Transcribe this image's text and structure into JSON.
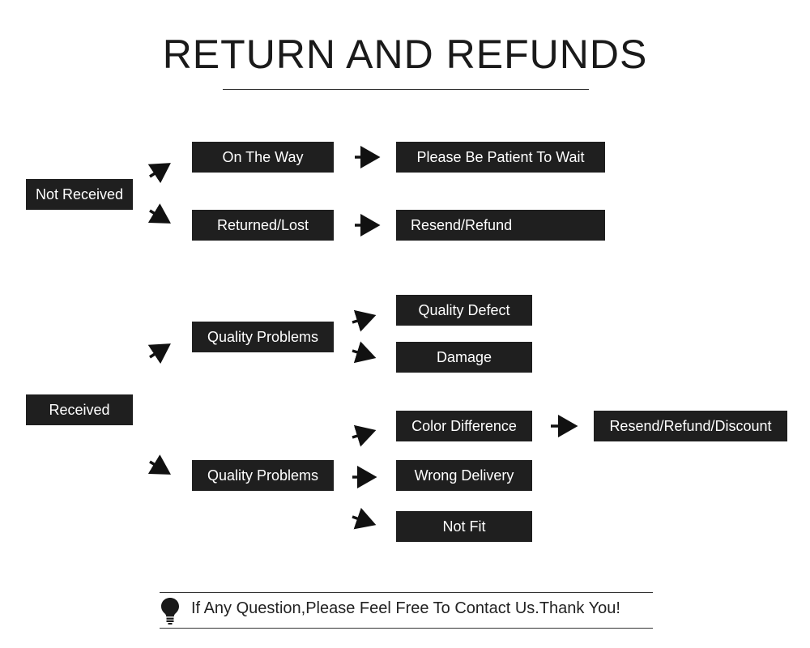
{
  "title": "RETURN AND REFUNDS",
  "boxes": {
    "not_received": "Not Received",
    "on_the_way": "On The Way",
    "please_wait": "Please Be Patient To Wait",
    "returned_lost": "Returned/Lost",
    "resend_refund": "Resend/Refund",
    "received": "Received",
    "quality_problems_1": "Quality Problems",
    "quality_defect": "Quality Defect",
    "damage": "Damage",
    "quality_problems_2": "Quality Problems",
    "color_difference": "Color Difference",
    "resend_refund_discount": "Resend/Refund/Discount",
    "wrong_delivery": "Wrong Delivery",
    "not_fit": "Not Fit"
  },
  "footer": {
    "icon": "lightbulb-icon",
    "text": "If Any Question,Please Feel Free To Contact Us.Thank You!"
  },
  "colors": {
    "box_fill": "#1f1f1f",
    "box_text": "#ffffff",
    "arrow": "#111111"
  }
}
